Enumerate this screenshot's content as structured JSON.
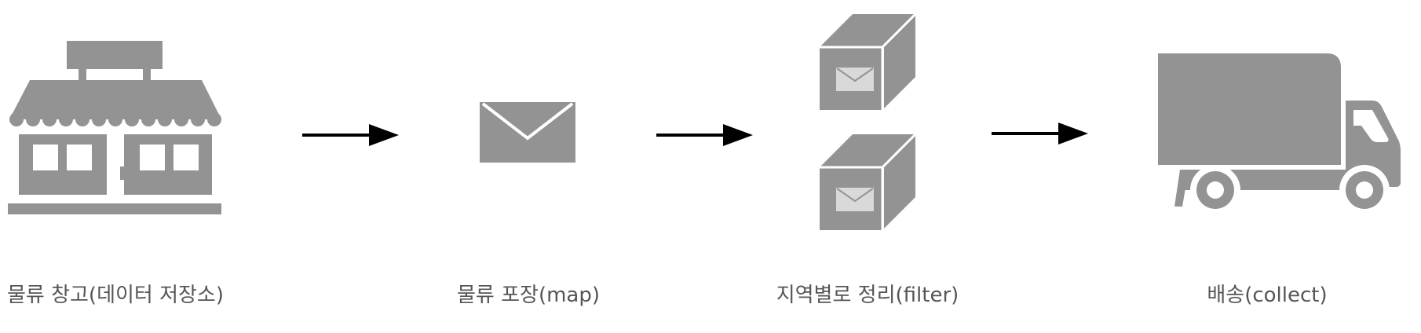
{
  "colors": {
    "icon_fill": "#939393",
    "icon_light": "#d9d9d9",
    "arrow": "#000000",
    "label_text": "#555555",
    "background": "#ffffff"
  },
  "steps": [
    {
      "label": "물류 창고(데이터 저장소)",
      "icon": "store-icon"
    },
    {
      "label": "물류 포장(map)",
      "icon": "envelope-icon"
    },
    {
      "label": "지역별로 정리(filter)",
      "icon": "boxes-icon"
    },
    {
      "label": "배송(collect)",
      "icon": "truck-icon"
    }
  ]
}
